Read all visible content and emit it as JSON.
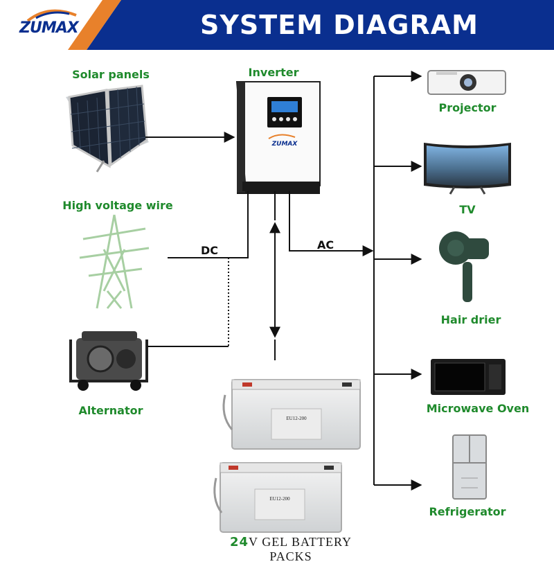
{
  "header": {
    "title": "SYSTEM DIAGRAM",
    "logo": "ZUMAX",
    "colors": {
      "navy": "#0a2f8f",
      "white": "#ffffff",
      "accent_orange": "#e8812b",
      "label_green": "#1f8a2c"
    }
  },
  "components": {
    "solar_panels": "Solar panels",
    "inverter": "Inverter",
    "high_voltage_wire": "High voltage wire",
    "alternator": "Alternator"
  },
  "inverter_brand": "ZUMAX",
  "flows": {
    "dc": "DC",
    "ac": "AC"
  },
  "appliances": [
    "Projector",
    "TV",
    "Hair drier",
    "Microwave Oven",
    "Refrigerator"
  ],
  "battery": {
    "voltage_prefix": "24",
    "caption_rest": "V GEL BATTERY PACKS",
    "model": "EU12-200"
  }
}
